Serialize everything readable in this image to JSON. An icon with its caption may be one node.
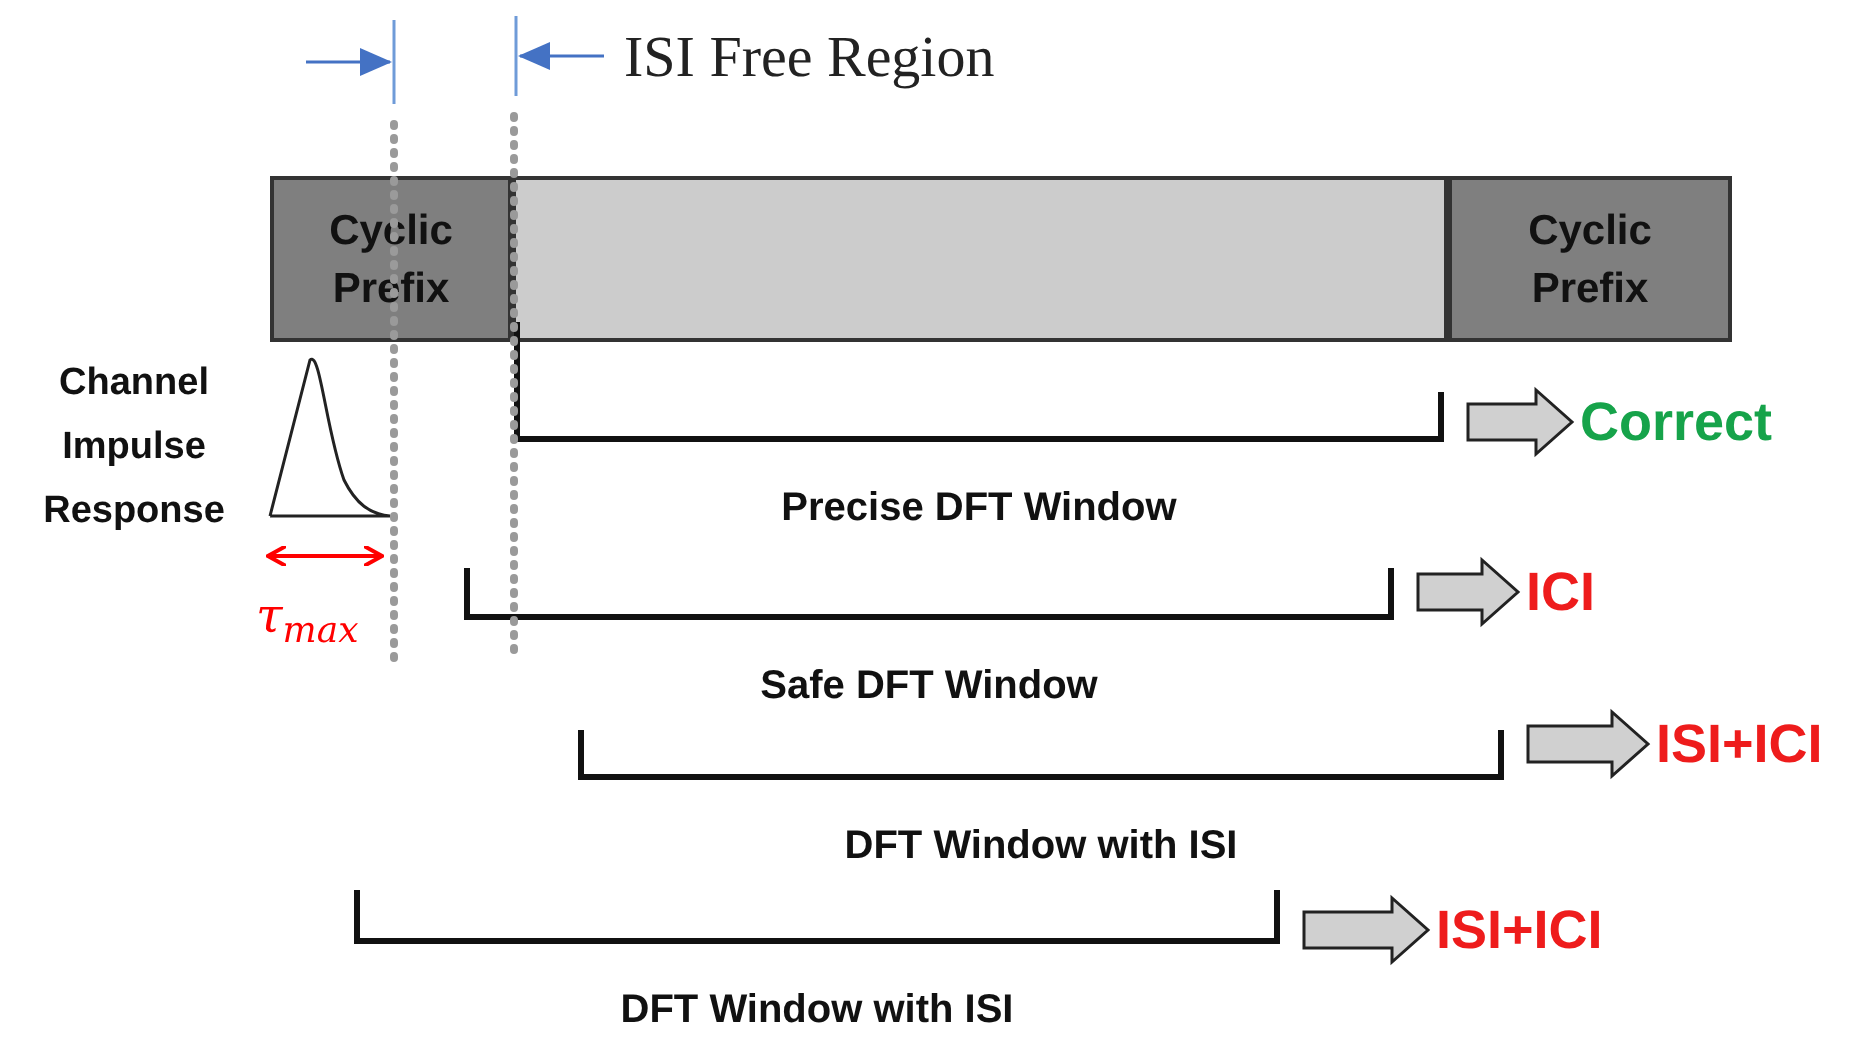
{
  "diagram": {
    "nodes": [
      {
        "text": [
          "Cyclic Prefix"
        ]
      },
      {
        "text": [],
        "shape": "box"
      },
      {
        "text": [
          "Cyclic Prefix"
        ]
      },
      {
        "text": [
          "Precise DFT Window"
        ]
      },
      {
        "text": [
          "Correct"
        ]
      },
      {
        "text": [
          "Safe DFT Window"
        ]
      },
      {
        "text": [
          "ICI"
        ]
      },
      {
        "text": [
          "DFT Window with ISI"
        ]
      },
      {
        "text": [
          "ISI+ICI"
        ]
      },
      {
        "text": [
          "DFT Window with ISI"
        ]
      },
      {
        "text": [
          "ISI+ICI"
        ]
      }
    ],
    "edges": [
      {
        "from": 3,
        "to": 4,
        "arrow": "to",
        "style": "thick"
      },
      {
        "from": 5,
        "to": 6,
        "arrow": "to",
        "style": "thick"
      },
      {
        "from": 7,
        "to": 8,
        "arrow": "to",
        "style": "thick"
      },
      {
        "from": 9,
        "to": 10,
        "arrow": "to",
        "style": "thick"
      }
    ],
    "labels": [
      "ISI Free Region",
      "Channel Impulse Response",
      "τ$_{max}$"
    ]
  }
}
